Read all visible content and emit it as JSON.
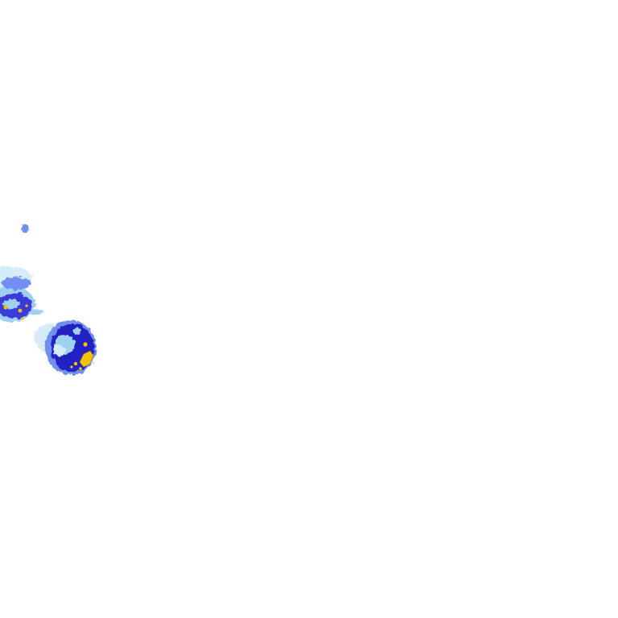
{
  "radar_overlay": {
    "background_color": "#ffffff",
    "intensity_colors": {
      "very_light": "#d6ecfb",
      "light": "#9fd0f3",
      "moderate": "#6f8ff0",
      "heavy": "#3b3bd9",
      "very_heavy": "#2323c2",
      "extreme": "#f5c400"
    },
    "echoes": [
      {
        "name": "small-echo-north-west",
        "intensity": "moderate"
      },
      {
        "name": "cell-west",
        "intensity": "heavy",
        "has_extreme_core": true
      },
      {
        "name": "cell-center-west",
        "intensity": "very_heavy",
        "has_extreme_core": true
      }
    ]
  }
}
